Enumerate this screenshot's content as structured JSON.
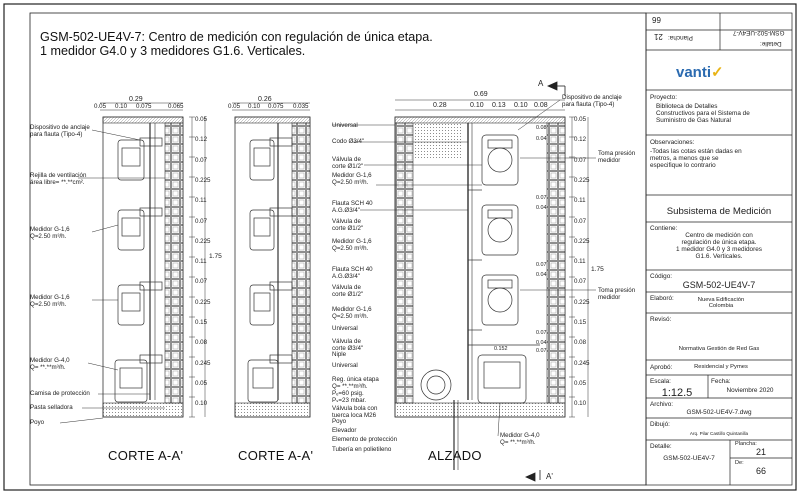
{
  "title": {
    "line1": "GSM-502-UE4V-7: Centro de medición con regulación de única etapa.",
    "line2": "1 medidor G4.0 y 3 medidores G1.6. Verticales."
  },
  "sections": {
    "corte1": "CORTE A-A'",
    "corte2": "CORTE A-A'",
    "alzado": "ALZADO"
  },
  "dims": {
    "c1_total": "0.29",
    "c1_parts": [
      "0.05",
      "0.10",
      "0.075",
      "0.065"
    ],
    "c2_total": "0.26",
    "c2_parts": [
      "0.05",
      "0.10",
      "0.075",
      "0.035"
    ],
    "alz_total": "0.69",
    "alz_parts": [
      "0.28",
      "0.10",
      "0.13",
      "0.10",
      "0.08"
    ],
    "vert_left": [
      "0.05",
      "0.12",
      "0.07",
      "0.225",
      "0.11",
      "0.07",
      "0.225",
      "0.11",
      "0.07",
      "0.225",
      "0.15",
      "0.08",
      "0.245",
      "0.05",
      "0.10"
    ],
    "vert_left_total": "1.75",
    "vert_right": [
      "0.05",
      "0.12",
      "0.07",
      "0.225",
      "0.11",
      "0.07",
      "0.225",
      "0.11",
      "0.07",
      "0.225",
      "0.15",
      "0.08",
      "0.245",
      "0.05",
      "0.10"
    ],
    "vert_right_total": "1.75",
    "small": [
      "0.08",
      "0.04",
      "0.07",
      "0.04",
      "0.07",
      "0.04",
      "0.07",
      "0.04",
      "0.07",
      "0.152"
    ]
  },
  "section_marks": {
    "top": "A",
    "bottom": "A'"
  },
  "left_labels": {
    "anchor": "Dispositivo de anclaje\npara flauta (Tipo-4)",
    "vent": "Rejilla de ventilación\nárea libre= **.**cm².",
    "m1": "Medidor G-1,6\nQ=2.50 m³/h.",
    "m2": "Medidor G-1,6\nQ=2.50 m³/h.",
    "m4": "Medidor G-4,0\nQ= **.**m³/h.",
    "cam": "Camisa de protección",
    "pasta": "Pasta selladora",
    "poyo": "Poyo"
  },
  "mid_labels": [
    "Universal",
    "Codo Ø3/4\"",
    "Válvula de\ncorte Ø1/2\"",
    "Medidor G-1,6\nQ=2.50 m³/h.",
    "Flauta SCH 40\nA.G.Ø3/4\"",
    "Válvula de\ncorte Ø1/2\"",
    "Medidor G-1,6\nQ=2.50 m³/h.",
    "Flauta SCH 40\nA.G.Ø3/4\"",
    "Válvula de\ncorte Ø1/2\"",
    "Medidor G-1,6\nQ=2.50 m³/h.",
    "Universal",
    "Válvula de\ncorte Ø3/4\"",
    "Niple",
    "Universal",
    "Reg. única etapa\nQ= **.**m³/h.\nPₑ=60 psig.\nPₛ=23 mbar.",
    "Válvula bola con\ntuerca loca M26",
    "Poyo",
    "Elevador",
    "Elemento de protección",
    "Tubería en polietileno"
  ],
  "right_labels": {
    "anchor": "Dispositivo de anclaje\npara flauta (Tipo-4)",
    "tp1": "Toma presión\nmedidor",
    "tp2": "Toma presión\nmedidor",
    "m4": "Medidor G-4,0\nQ= **.**m³/h."
  },
  "titleblock": {
    "sheet_no_top": "99",
    "rot_plancha": "Plancha:",
    "rot_plancha_val": "21",
    "rot_detalle": "Detalle:",
    "rot_detalle_val": "GSM-502-UE4V-7",
    "brand": "vanti",
    "proyecto_label": "Proyecto:",
    "proyecto": "Biblioteca de Detalles\nConstructivos para el Sistema de\nSuministro de Gas Natural",
    "obs_label": "Observaciones:",
    "obs": "-Todas las cotas están dadas en\nmetros, a menos que se\nespecifique lo contrario",
    "subsistema": "Subsistema de Medición",
    "contiene_label": "Contiene:",
    "contiene": "Centro de medición con\nregulación de única etapa.\n1 medidor G4.0 y 3 medidores\nG1.6. Verticales.",
    "codigo_label": "Código:",
    "codigo": "GSM-502-UE4V-7",
    "elaboro_label": "Elaboró:",
    "elaboro": "Nueva Edificación\nColombia",
    "reviso_label": "Revisó:",
    "reviso": "Normativa Gestión de Red Gas",
    "aprobo_label": "Aprobó:",
    "aprobo": "Residencial y Pymes",
    "escala_label": "Escala:",
    "escala": "1:12.5",
    "fecha_label": "Fecha:",
    "fecha": "Noviembre 2020",
    "archivo_label": "Archivo:",
    "archivo": "GSM-502-UE4V-7.dwg",
    "dibujo_label": "Dibujó:",
    "dibujo": "Arq. Pilar Castillo Quintanilla",
    "detalle_label": "Detalle:",
    "detalle": "GSM-502-UE4V-7",
    "plancha_label": "Plancha:",
    "plancha": "21",
    "de_label": "De:",
    "de": "66"
  },
  "colors": {
    "line": "#222222",
    "fill_hatch": "#bfbfbf",
    "brand_blue": "#2a6ab0",
    "brand_yellow": "#e9b416"
  }
}
